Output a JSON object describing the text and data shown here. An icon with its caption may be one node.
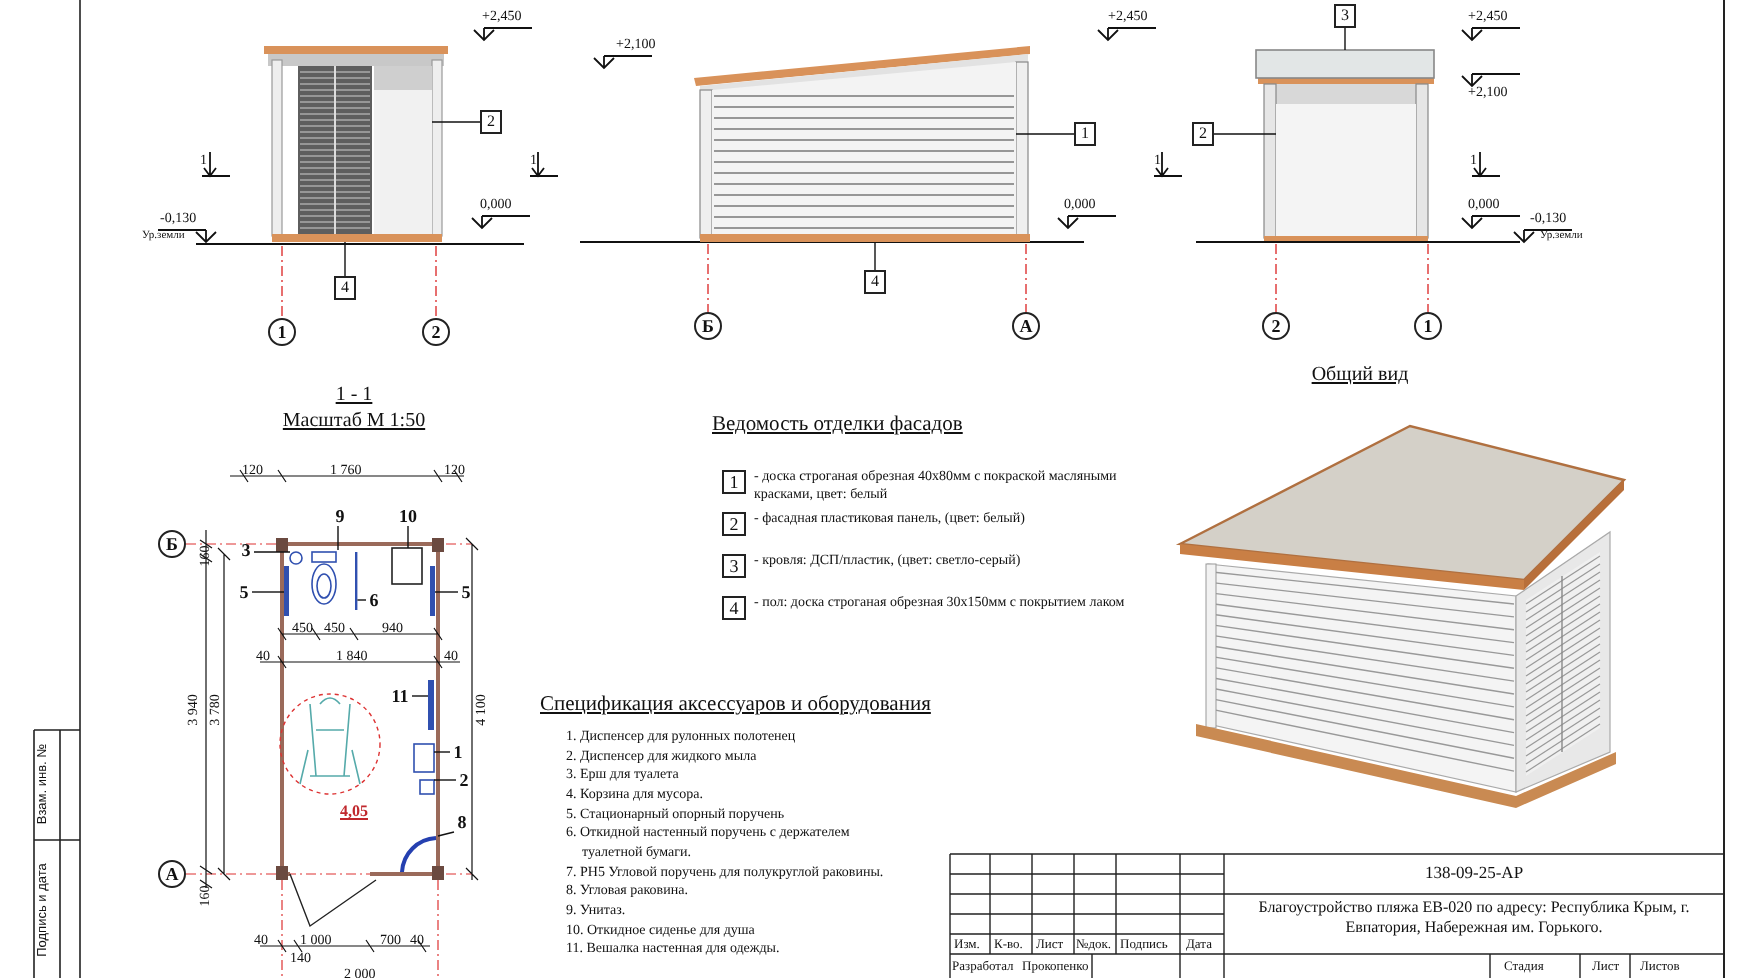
{
  "diagram": {
    "nodes": [
      {
        "text": [
          "2"
        ]
      },
      {
        "text": [
          "4"
        ]
      },
      {
        "text": [
          "1"
        ]
      },
      {
        "text": [
          "2"
        ]
      },
      {
        "text": [
          "1"
        ]
      },
      {
        "text": [
          "4"
        ]
      },
      {
        "text": [
          "Б"
        ]
      },
      {
        "text": [
          "А"
        ]
      },
      {
        "text": [
          "3"
        ]
      },
      {
        "text": [
          "2"
        ]
      },
      {
        "text": [
          "2"
        ]
      },
      {
        "text": [
          "1"
        ]
      },
      {
        "text": [
          "Б"
        ]
      },
      {
        "text": [
          "А"
        ]
      },
      {
        "text": [
          "9"
        ]
      },
      {
        "text": [
          "10"
        ]
      },
      {
        "text": [
          "3"
        ]
      },
      {
        "text": [
          "5"
        ]
      },
      {
        "text": [
          "6"
        ]
      },
      {
        "text": [
          "5"
        ]
      },
      {
        "text": [
          "11"
        ]
      },
      {
        "text": [
          "1"
        ]
      },
      {
        "text": [
          "2"
        ]
      },
      {
        "text": [
          "8"
        ]
      },
      {
        "text": [
          "1"
        ],
        "beside": [
          "- доска строганая обрезная 40х80мм с покраской масляными красками, цвет: белый"
        ]
      },
      {
        "text": [
          "2"
        ],
        "beside": [
          "- фасадная пластиковая панель, (цвет: белый)"
        ]
      },
      {
        "text": [
          "3"
        ],
        "beside": [
          "- кровля: ДСП/пластик, (цвет: светло-серый)"
        ]
      },
      {
        "text": [
          "4"
        ],
        "beside": [
          "- пол: доска строганая обрезная 30х150мм с покрытием лаком"
        ]
      },
      {
        "text": [],
        "shape": "box"
      },
      {
        "text": [],
        "shape": "bar"
      },
      {
        "text": [],
        "shape": "picture"
      },
      {
        "text": [],
        "shape": "bar"
      },
      {
        "text": [],
        "shape": "box"
      },
      {
        "text": [],
        "shape": "box"
      },
      {
        "text": [],
        "shape": "picture"
      },
      {
        "text": [],
        "shape": "box"
      },
      {
        "text": [],
        "shape": "circle"
      },
      {
        "text": [],
        "shape": "bar"
      },
      {
        "text": [],
        "shape": "bar"
      },
      {
        "text": [],
        "shape": "bar"
      },
      {
        "text": [],
        "shape": "bar"
      },
      {
        "text": [],
        "shape": "box"
      },
      {
        "text": [],
        "shape": "box"
      },
      {
        "text": [],
        "shape": "picture"
      }
    ],
    "edges": [
      {
        "from": 0,
        "to": 28,
        "arrow": "none"
      },
      {
        "from": 1,
        "to": 29,
        "arrow": "none"
      },
      {
        "from": 4,
        "to": 30,
        "arrow": "none"
      },
      {
        "from": 5,
        "to": 31,
        "arrow": "none"
      },
      {
        "from": 8,
        "to": 32,
        "arrow": "none"
      },
      {
        "from": 9,
        "to": 33,
        "arrow": "none"
      },
      {
        "from": 14,
        "to": 34,
        "arrow": "none"
      },
      {
        "from": 15,
        "to": 35,
        "arrow": "none"
      },
      {
        "from": 16,
        "to": 36,
        "arrow": "none"
      },
      {
        "from": 17,
        "to": 37,
        "arrow": "none"
      },
      {
        "from": 18,
        "to": 38,
        "arrow": "none"
      },
      {
        "from": 19,
        "to": 39,
        "arrow": "none"
      },
      {
        "from": 20,
        "to": 40,
        "arrow": "none"
      },
      {
        "from": 21,
        "to": 41,
        "arrow": "none"
      },
      {
        "from": 22,
        "to": 42,
        "arrow": "none"
      },
      {
        "from": 23,
        "to": 43,
        "arrow": "none"
      }
    ],
    "labels": [
      "+2,450",
      "1",
      "1",
      "-0,130",
      "Ур.земли",
      "0,000",
      "+2,100",
      "+2,450",
      "0,000",
      "+2,450",
      "+2,100",
      "1",
      "1",
      "0,000",
      "-0,130",
      "Ур.земли",
      "Общий вид",
      "1 - 1",
      "Масштаб М 1:50",
      "120",
      "1 760",
      "120",
      "160",
      "450",
      "450",
      "940",
      "40",
      "1 840",
      "40",
      "3 940",
      "3 780",
      "4 100",
      "4,05",
      "160",
      "40",
      "1 000",
      "700",
      "40",
      "140",
      "2 000",
      "Ведомость отделки фасадов",
      "Спецификация аксессуаров и оборудования",
      "1. Диспенсер для рулонных полотенец",
      "2. Диспенсер для жидкого мыла",
      "3. Ерш для туалета",
      "4. Корзина для мусора.",
      "5. Стационарный опорный поручень",
      "6. Откидной настенный поручень с держателем туалетной бумаги.",
      "7. РН5 Угловой поручень для полукруглой раковины.",
      "8. Угловая раковина.",
      "9. Унитаз.",
      "10. Откидное сиденье для душа",
      "11. Вешалка настенная для одежды.",
      "138-09-25-АР",
      "Благоустройство пляжа ЕВ-020 по адресу: Республика Крым, г. Евпатория, Набережная им. Горького.",
      "Изм.",
      "К-во.",
      "Лист",
      "№док.",
      "Подпись",
      "Дата",
      "Разработал",
      "Прокопенко",
      "Стадия",
      "Лист",
      "Листов",
      "Взам. инв. №",
      "Подпись и дата"
    ]
  }
}
